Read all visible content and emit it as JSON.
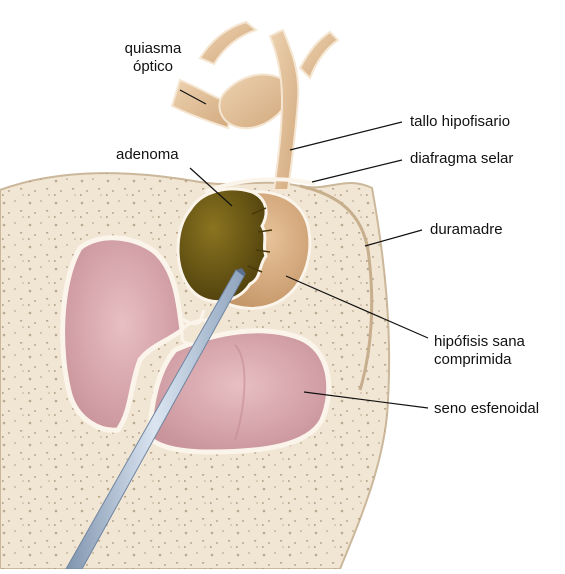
{
  "labels": {
    "optic_chiasm_line1": "quiasma",
    "optic_chiasm_line2": "óptico",
    "pituitary_stalk": "tallo hipofisario",
    "adenoma": "adenoma",
    "sellar_diaphragm": "diafragma selar",
    "dura_mater": "duramadre",
    "compressed_pituitary_line1": "hipófisis sana",
    "compressed_pituitary_line2": "comprimida",
    "sphenoid_sinus": "seno esfenoidal"
  },
  "colors": {
    "bone": "#f1e6d4",
    "bone_speck": "#a89378",
    "bone_edge": "#cbb79a",
    "mucosa": "#dcaab0",
    "mucosa_dark": "#c48e96",
    "adenoma": "#6e5a14",
    "pituitary": "#d6ab7e",
    "nerve": "#e1bf97",
    "instrument": "#9fb3cc",
    "leader_line": "#111111"
  }
}
